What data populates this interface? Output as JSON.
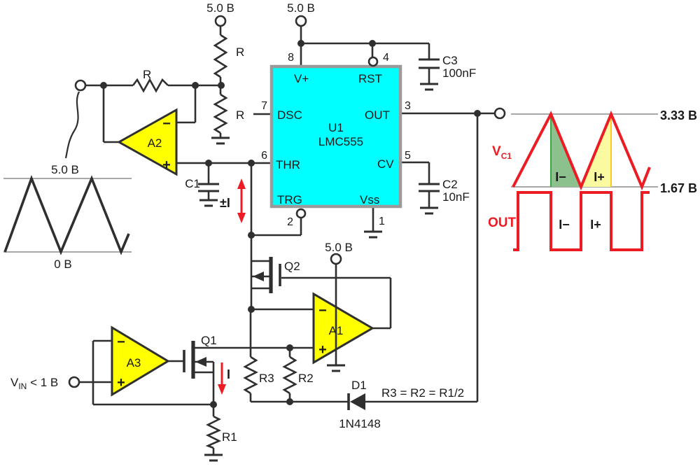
{
  "labels": {
    "supply": "5.0 В",
    "r_top": "R",
    "r_mid": "R",
    "r_fb": "R",
    "r1": "R1",
    "r2": "R2",
    "r3": "R3",
    "c1": "C1",
    "c2": "C2",
    "c2_val": "10nF",
    "c3": "C3",
    "c3_val": "100nF",
    "d1": "D1",
    "d1_part": "1N4148",
    "q1": "Q1",
    "q2": "Q2",
    "note": "R3 = R2 = R1/2",
    "pm_i": "±I",
    "i": "I",
    "minus": "−",
    "plus": "+",
    "vin_v": "V",
    "vin_sub": "IN",
    "vin_rest": " < 1 В"
  },
  "ic": {
    "ref": "U1",
    "part": "LMC555",
    "pins": {
      "p8": {
        "n": "8",
        "name": "V+"
      },
      "p4": {
        "n": "4",
        "name": "RST"
      },
      "p7": {
        "n": "7",
        "name": "DSC"
      },
      "p3": {
        "n": "3",
        "name": "OUT"
      },
      "p6": {
        "n": "6",
        "name": "THR"
      },
      "p5": {
        "n": "5",
        "name": "CV"
      },
      "p2": {
        "n": "2",
        "name": "TRG"
      },
      "p1": {
        "n": "1",
        "name": "Vss"
      }
    }
  },
  "opamps": {
    "a1": "A1",
    "a2": "A2",
    "a3": "A3"
  },
  "wave_left": {
    "top": "5.0 В",
    "bottom": "0 В"
  },
  "wave_right": {
    "top": "3.33 В",
    "bottom": "1.67 В",
    "vc1_v": "V",
    "vc1_sub": "C1",
    "out": "OUT",
    "i_minus": "I−",
    "i_plus": "I+",
    "out_i_minus": "I−",
    "out_i_plus": "I+"
  },
  "colors": {
    "ic_fill": "#00ffff",
    "ic_border": "#9a9a9a",
    "opamp_fill": "#ffff00",
    "wire": "#2f2f2f",
    "red": "#ed1c24",
    "gray_line": "#a8a8a8",
    "green_fill": "#8cc08c",
    "green_line": "#3ca546",
    "yellow_fill": "#fafaa0",
    "yellow_line": "#ffc81e"
  }
}
